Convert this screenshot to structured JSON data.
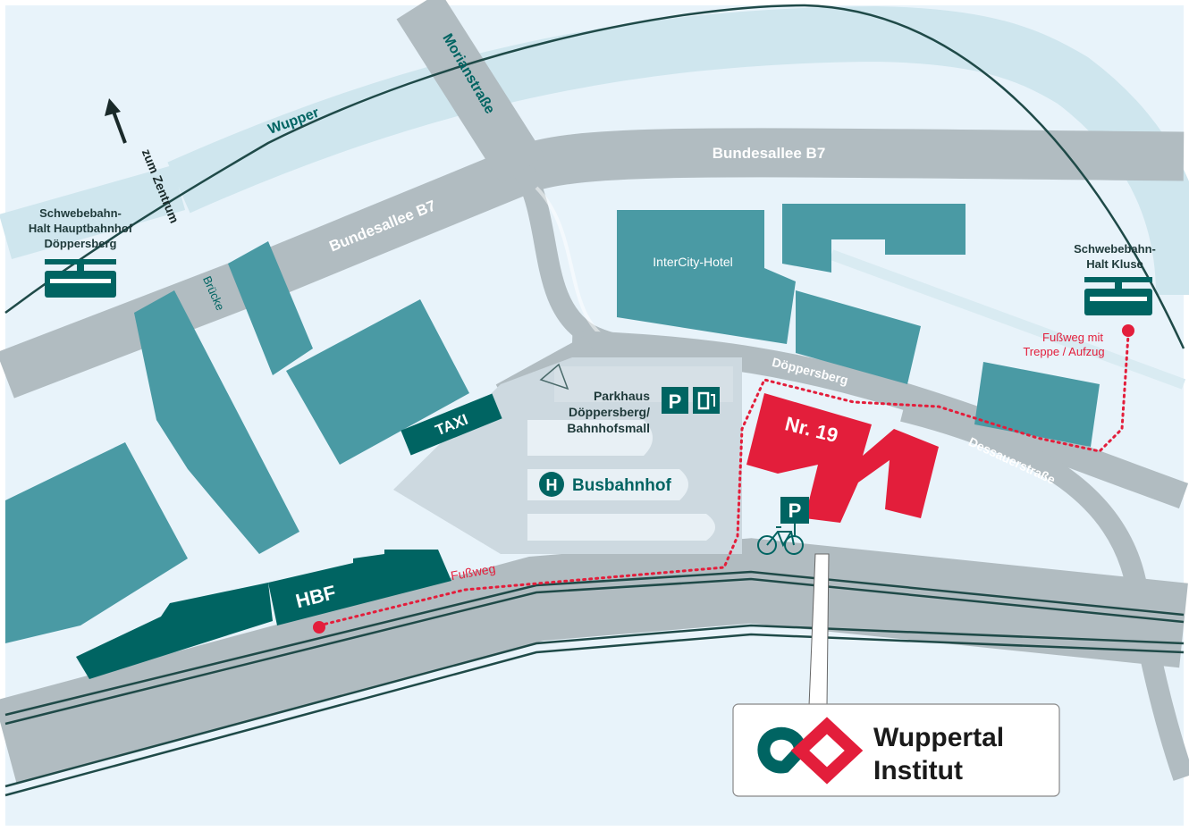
{
  "colors": {
    "background": "#e8f3fa",
    "water": "#cfe6ee",
    "road": "#b1bcc1",
    "building": "#4a9aa4",
    "dark_teal": "#006462",
    "accent_red": "#e31e3b",
    "rail_line": "#1f4a48"
  },
  "labels": {
    "river": "Wupper",
    "moriansstrasse": "Morianstraße",
    "bundesallee_top": "Bundesallee B7",
    "bundesallee_left": "Bundesallee B7",
    "zum_zentrum": "zum Zentrum",
    "bruecke": "Brücke",
    "intercity_hotel": "InterCity-Hotel",
    "doeppersberg": "Döppersberg",
    "dessauerstrasse": "Dessauerstraße",
    "fussweg": "Fußweg",
    "fussweg_treppe": [
      "Fußweg mit",
      "Treppe / Aufzug"
    ],
    "taxi": "TAXI",
    "hbf": "HBF",
    "nr19": "Nr. 19",
    "parkhaus": [
      "Parkhaus",
      "Döppersberg/",
      "Bahnhofsmall"
    ],
    "busbahnhof": "Busbahnhof",
    "h_symbol": "H",
    "p_symbol": "P",
    "station_left": [
      "Schwebebahn-",
      "Halt Hauptbahnhof",
      "Döppersberg"
    ],
    "station_right": [
      "Schwebebahn-",
      "Halt Kluse"
    ]
  },
  "icons": {
    "station_left": "schwebebahn-icon",
    "station_right": "schwebebahn-icon",
    "ev_charging": "ev-charging-icon",
    "bicycle": "bicycle-icon",
    "direction_arrow": "arrow-up-icon",
    "logo": "wuppertal-institut-logo"
  },
  "logo": {
    "line1": "Wuppertal",
    "line2": "Institut"
  }
}
